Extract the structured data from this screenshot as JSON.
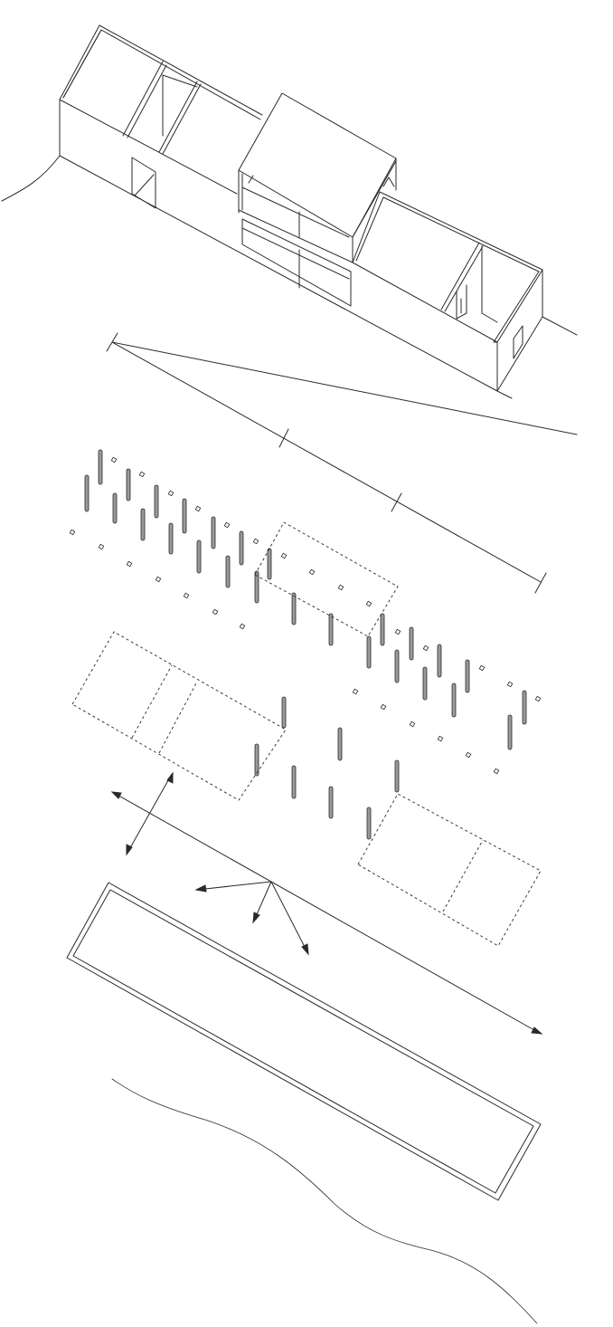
{
  "diagram": {
    "type": "exploded-axonometric",
    "description_visible_text": "",
    "colors": {
      "background": "#ffffff",
      "line": "#2a2a2a",
      "post_fill": "#9a9a9a",
      "dashed_outline": "#2a2a2a"
    },
    "layers": [
      "building-volume",
      "scale-bar",
      "column-grid",
      "floor-slab-outlines",
      "orientation-arrows",
      "foundation-slab",
      "terrain-contour"
    ],
    "scale_bar": {
      "segments": 3,
      "labels": []
    }
  }
}
